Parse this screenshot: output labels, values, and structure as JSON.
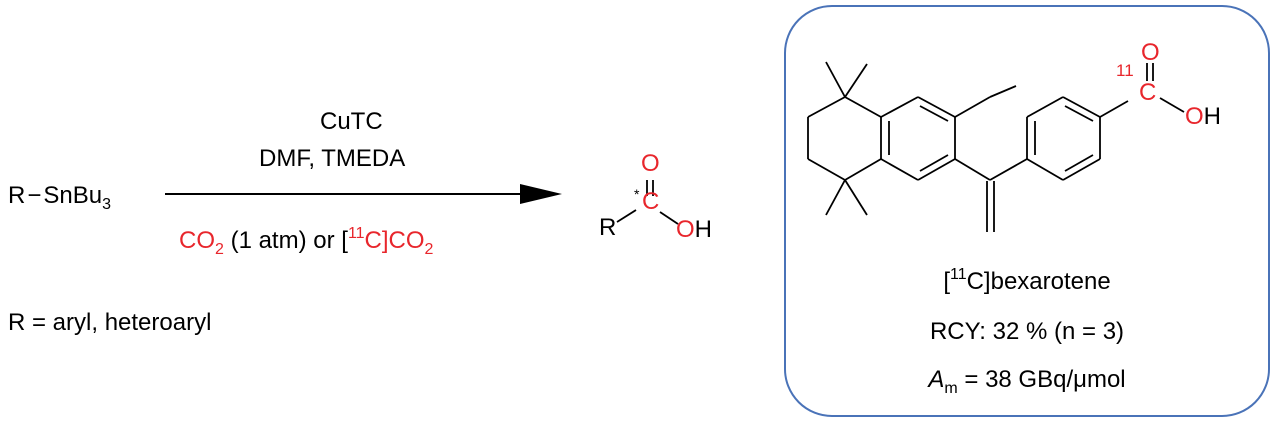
{
  "reactant": {
    "r": "R",
    "sn": "SnBu",
    "sub": "3"
  },
  "conditions": {
    "reagent": "CuTC",
    "solvents": "DMF, TMEDA",
    "co2": "CO",
    "co2_sub": "2",
    "co2_note": " (1 atm) or [",
    "isotope": "11",
    "c_bracket": "C]",
    "co2b": "CO",
    "co2b_sub": "2"
  },
  "scope": "R = aryl, heteroaryl",
  "product": {
    "r": "R",
    "c": "C",
    "star": "*",
    "o": "O",
    "oh": "OH"
  },
  "target": {
    "isotope_label": "11",
    "c_label": "C",
    "o_label": "O",
    "oh_label": "OH",
    "name_open": "[",
    "name_sup": "11",
    "name_rest": "C]bexarotene",
    "rcy": "RCY: 32 % (n = 3)",
    "am_symbol": "A",
    "am_sub": "m",
    "am_value": " = 38 GBq/μmol"
  },
  "colors": {
    "isotope_red": "#e8262c",
    "box_border": "#4a73b8"
  }
}
